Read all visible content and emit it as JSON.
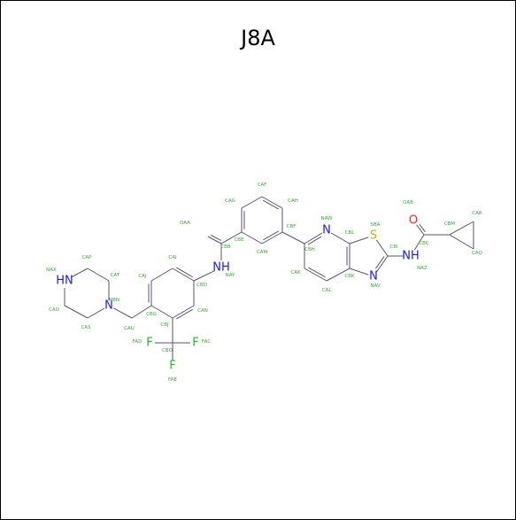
{
  "title": "J8A",
  "colors": {
    "bond": "#555577",
    "atom_label": "#33aa33",
    "N": "#1a1aff",
    "O": "#ff2020",
    "S": "#c8b400",
    "F": "#22bb22"
  },
  "atoms": [
    {
      "id": "cag",
      "el": "C",
      "label": "CAG"
    },
    {
      "id": "caf",
      "el": "C",
      "label": "CAF"
    },
    {
      "id": "cah",
      "el": "C",
      "label": "CAH"
    },
    {
      "id": "cbf",
      "el": "C",
      "label": "CBF"
    },
    {
      "id": "cam",
      "el": "C",
      "label": "CAM"
    },
    {
      "id": "cbe",
      "el": "C",
      "label": "CBE"
    },
    {
      "id": "cbb",
      "el": "C",
      "label": "CBB"
    },
    {
      "id": "oaa",
      "el": "O",
      "label": "OAA"
    },
    {
      "id": "nay",
      "el": "N",
      "label": "NAY",
      "text": "NH"
    },
    {
      "id": "cbd",
      "el": "C",
      "label": "CBD"
    },
    {
      "id": "cai",
      "el": "C",
      "label": "CAI"
    },
    {
      "id": "caj",
      "el": "C",
      "label": "CAJ"
    },
    {
      "id": "cbg",
      "el": "C",
      "label": "CBG"
    },
    {
      "id": "cbj",
      "el": "C",
      "label": "CBJ"
    },
    {
      "id": "can",
      "el": "C",
      "label": "CAN"
    },
    {
      "id": "cbo",
      "el": "C",
      "label": "CBO"
    },
    {
      "id": "fad",
      "el": "F",
      "label": "FAD",
      "text": "F"
    },
    {
      "id": "fac",
      "el": "F",
      "label": "FAC",
      "text": "F"
    },
    {
      "id": "fae",
      "el": "F",
      "label": "FAE",
      "text": "F"
    },
    {
      "id": "cau",
      "el": "C",
      "label": "CAU"
    },
    {
      "id": "nbn",
      "el": "N",
      "label": "NBN",
      "text": "N"
    },
    {
      "id": "cat",
      "el": "C",
      "label": "CAT"
    },
    {
      "id": "cap",
      "el": "C",
      "label": "CAP"
    },
    {
      "id": "nax",
      "el": "N",
      "label": "NAX",
      "text": "HN"
    },
    {
      "id": "cao",
      "el": "C",
      "label": "CAO"
    },
    {
      "id": "cas",
      "el": "C",
      "label": "CAS"
    },
    {
      "id": "cbh",
      "el": "C",
      "label": "CBH"
    },
    {
      "id": "naw",
      "el": "N",
      "label": "NAW",
      "text": "N"
    },
    {
      "id": "cbl",
      "el": "C",
      "label": "CBL"
    },
    {
      "id": "cbk",
      "el": "C",
      "label": "CBK"
    },
    {
      "id": "cal",
      "el": "C",
      "label": "CAL"
    },
    {
      "id": "cak",
      "el": "C",
      "label": "CAK"
    },
    {
      "id": "sba",
      "el": "S",
      "label": "SBA",
      "text": "S"
    },
    {
      "id": "cbi",
      "el": "C",
      "label": "CBI"
    },
    {
      "id": "nav",
      "el": "N",
      "label": "NAV",
      "text": "N"
    },
    {
      "id": "naz",
      "el": "N",
      "label": "NAZ",
      "text": "NH"
    },
    {
      "id": "cbc",
      "el": "C",
      "label": "CBC"
    },
    {
      "id": "oab",
      "el": "O",
      "label": "OAB",
      "text": "O"
    },
    {
      "id": "cbm",
      "el": "C",
      "label": "CBM"
    },
    {
      "id": "car",
      "el": "C",
      "label": "CAR"
    },
    {
      "id": "caq",
      "el": "C",
      "label": "CAQ"
    }
  ],
  "bonds": [
    [
      "cag",
      "caf",
      1
    ],
    [
      "caf",
      "cah",
      2
    ],
    [
      "cah",
      "cbf",
      1
    ],
    [
      "cbf",
      "cam",
      2
    ],
    [
      "cam",
      "cbe",
      1
    ],
    [
      "cbe",
      "cag",
      2
    ],
    [
      "cbe",
      "cbb",
      1
    ],
    [
      "cbb",
      "oaa",
      2
    ],
    [
      "cbb",
      "nay",
      1
    ],
    [
      "nay",
      "cbd",
      1
    ],
    [
      "cbd",
      "cai",
      2
    ],
    [
      "cai",
      "caj",
      1
    ],
    [
      "caj",
      "cbg",
      2
    ],
    [
      "cbg",
      "cbj",
      1
    ],
    [
      "cbj",
      "can",
      2
    ],
    [
      "can",
      "cbd",
      1
    ],
    [
      "cbj",
      "cbo",
      1
    ],
    [
      "cbo",
      "fad",
      1
    ],
    [
      "cbo",
      "fac",
      1
    ],
    [
      "cbo",
      "fae",
      1
    ],
    [
      "cbg",
      "cau",
      1
    ],
    [
      "cau",
      "nbn",
      1
    ],
    [
      "nbn",
      "cat",
      1
    ],
    [
      "cat",
      "cap",
      1
    ],
    [
      "cap",
      "nax",
      1
    ],
    [
      "nax",
      "cao",
      1
    ],
    [
      "cao",
      "cas",
      1
    ],
    [
      "cas",
      "nbn",
      1
    ],
    [
      "cbf",
      "cbh",
      1
    ],
    [
      "cbh",
      "naw",
      2
    ],
    [
      "naw",
      "cbl",
      1
    ],
    [
      "cbl",
      "cbk",
      2
    ],
    [
      "cbk",
      "cal",
      1
    ],
    [
      "cal",
      "cak",
      2
    ],
    [
      "cak",
      "cbh",
      1
    ],
    [
      "cbl",
      "sba",
      1
    ],
    [
      "sba",
      "cbi",
      1
    ],
    [
      "cbi",
      "nav",
      2
    ],
    [
      "nav",
      "cbk",
      1
    ],
    [
      "cbi",
      "naz",
      1
    ],
    [
      "naz",
      "cbc",
      1
    ],
    [
      "cbc",
      "oab",
      2
    ],
    [
      "cbc",
      "cbm",
      1
    ],
    [
      "cbm",
      "car",
      1
    ],
    [
      "car",
      "caq",
      1
    ],
    [
      "caq",
      "cbm",
      1
    ]
  ]
}
